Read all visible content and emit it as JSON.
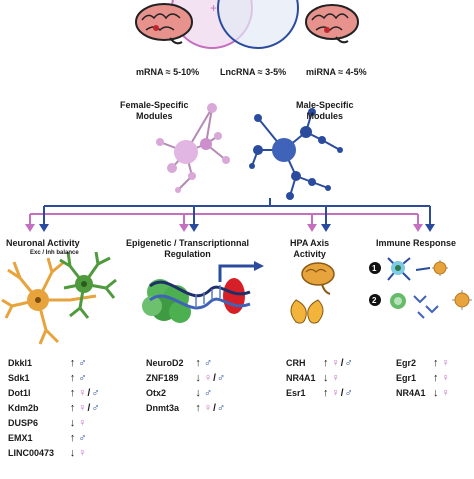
{
  "stats": [
    {
      "text": "mRNA ≈ 5-10%"
    },
    {
      "text": "LncRNA ≈ 3-5%"
    },
    {
      "text": "miRNA ≈ 4-5%"
    }
  ],
  "modules": {
    "female_label": "Female-Specific\nModules",
    "male_label": "Male-Specific\nModules"
  },
  "categories": [
    {
      "title": "Neuronal Activity",
      "subtitle": "Exc / Inh balance"
    },
    {
      "title": "Epigenetic / Transcriptionnal\nRegulation",
      "subtitle": ""
    },
    {
      "title": "HPA Axis\nActivity",
      "subtitle": ""
    },
    {
      "title": "Immune Response",
      "subtitle": ""
    }
  ],
  "immune_steps": [
    "1",
    "2"
  ],
  "gene_groups": [
    [
      {
        "gene": "Dkkl1",
        "arrow": "↑",
        "sex": [
          "male"
        ]
      },
      {
        "gene": "Sdk1",
        "arrow": "↑",
        "sex": [
          "male"
        ]
      },
      {
        "gene": "Dot1l",
        "arrow": "↑",
        "sex": [
          "female",
          "male"
        ]
      },
      {
        "gene": "Kdm2b",
        "arrow": "↑",
        "sex": [
          "female",
          "male"
        ]
      },
      {
        "gene": "DUSP6",
        "arrow": "↓",
        "sex": [
          "female"
        ]
      },
      {
        "gene": "EMX1",
        "arrow": "↑",
        "sex": [
          "male"
        ]
      },
      {
        "gene": "LINC00473",
        "arrow": "↓",
        "sex": [
          "female"
        ]
      }
    ],
    [
      {
        "gene": "NeuroD2",
        "arrow": "↑",
        "sex": [
          "male"
        ]
      },
      {
        "gene": "ZNF189",
        "arrow": "↓",
        "sex": [
          "female",
          "male"
        ]
      },
      {
        "gene": "Otx2",
        "arrow": "↓",
        "sex": [
          "male"
        ]
      },
      {
        "gene": "Dnmt3a",
        "arrow": "↑",
        "sex": [
          "female",
          "male"
        ]
      }
    ],
    [
      {
        "gene": "CRH",
        "arrow": "↑",
        "sex": [
          "female",
          "male"
        ]
      },
      {
        "gene": "NR4A1",
        "arrow": "↓",
        "sex": [
          "female"
        ]
      },
      {
        "gene": "Esr1",
        "arrow": "↑",
        "sex": [
          "female",
          "male"
        ]
      }
    ],
    [
      {
        "gene": "Egr2",
        "arrow": "↑",
        "sex": [
          "female"
        ]
      },
      {
        "gene": "Egr1",
        "arrow": "↑",
        "sex": [
          "female"
        ]
      },
      {
        "gene": "NR4A1",
        "arrow": "↓",
        "sex": [
          "female"
        ]
      }
    ]
  ],
  "colors": {
    "female": "#c56fc0",
    "male": "#2b4c9e",
    "brain": "#e8928e",
    "neuron_orange": "#e7a33c",
    "neuron_green": "#4f9a3c",
    "dna_green": "#4caf50",
    "histone_red": "#d61f26",
    "kidney": "#f2b43a"
  }
}
